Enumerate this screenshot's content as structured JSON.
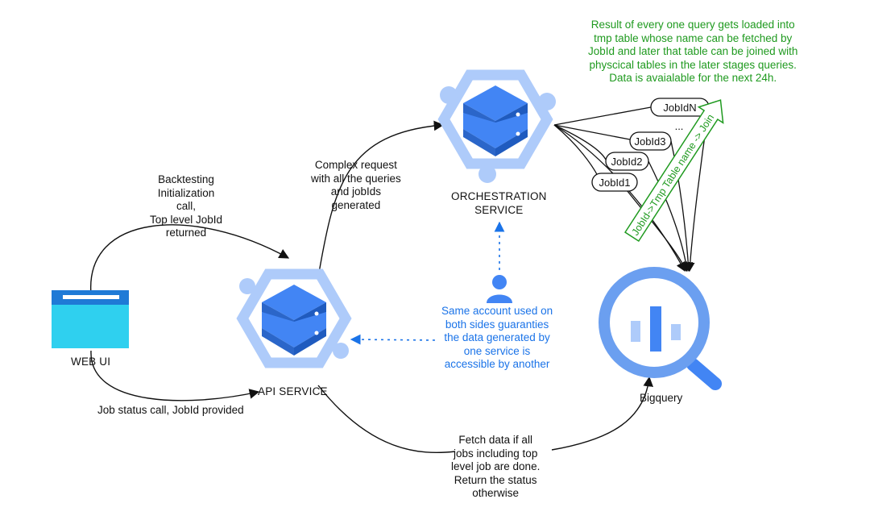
{
  "nodes": {
    "web_ui": "WEB UI",
    "api_service": "API SERVICE",
    "orchestration_service": [
      "ORCHESTRATION",
      "SERVICE"
    ],
    "bigquery": "Bigquery"
  },
  "edge_labels": {
    "init_call": [
      "Backtesting",
      "Initialization",
      "call,",
      "Top level JobId",
      "returned"
    ],
    "status_call": "Job status call, JobId provided",
    "complex_request": [
      "Complex request",
      "with all the queries",
      "and jobIds",
      "generated"
    ],
    "fetch_data": [
      "Fetch data if all",
      "jobs including top",
      "level job are done.",
      "Return the status",
      "otherwise"
    ]
  },
  "account_note": [
    "Same account used on",
    "both sides guaranties",
    "the data generated by",
    "one service is",
    "accessible by another"
  ],
  "result_note": [
    "Result of every one query gets loaded into",
    "tmp table whose name can be fetched by",
    "JobId and later that table can be joined with",
    "physcical tables in the later stages queries.",
    "Data is avaialable for the next 24h."
  ],
  "jobs": {
    "n": "JobIdN",
    "dots": "...",
    "j3": "JobId3",
    "j2": "JobId2",
    "j1": "JobId1"
  },
  "join_arrow": "JobId->Tmp Table name -> Join",
  "colors": {
    "green": "#1f9a1f",
    "blue": "#1a73e8",
    "hex_light": "#aecbfa",
    "server_dark": "#4285f4"
  }
}
